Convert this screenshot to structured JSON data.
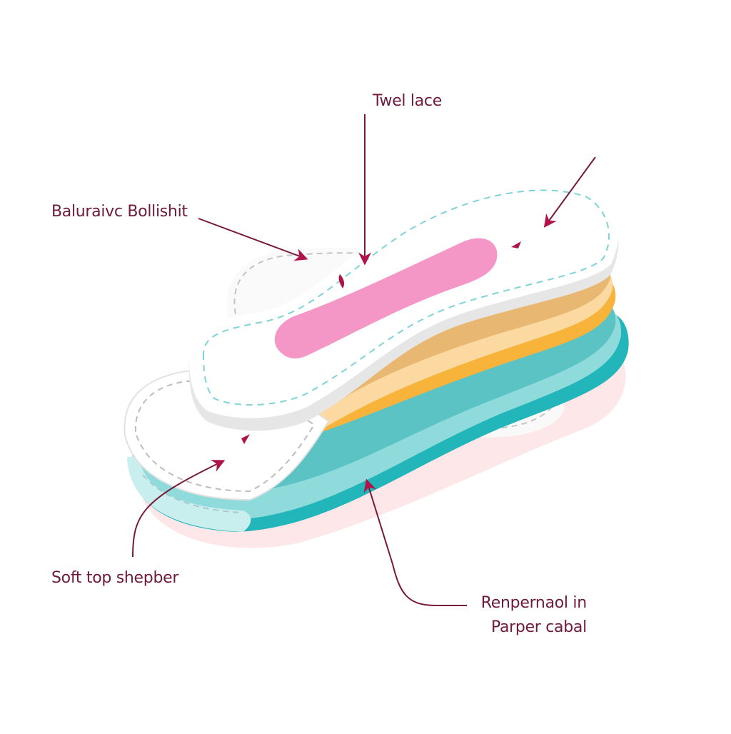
{
  "diagram": {
    "type": "exploded layer illustration",
    "subject": "layered absorbent pad",
    "labels": {
      "top": "Twel lace",
      "left": "Baluraivc Bollishit",
      "bottom_left": "Soft top shepber",
      "bottom_right_line1": "Renpernaol in",
      "bottom_right_line2": "Parper cabal"
    },
    "layers": [
      {
        "name": "top-sheet",
        "color": "#ffffff",
        "stitch_color": "#7fd3d6"
      },
      {
        "name": "absorbent-core-strip",
        "color": "#f597c6"
      },
      {
        "name": "edge-rim",
        "color": "#e6e6e6"
      },
      {
        "name": "amber-layer",
        "color": "#e8b772"
      },
      {
        "name": "cream-layer",
        "color": "#fbd9a0"
      },
      {
        "name": "orange-accent",
        "color": "#f7b33a"
      },
      {
        "name": "teal-layer",
        "color": "#5cc3c4"
      },
      {
        "name": "light-teal-layer",
        "color": "#8fdadb"
      },
      {
        "name": "deep-teal-base",
        "color": "#22b5b9"
      },
      {
        "name": "pink-shadow-backing",
        "color": "#fde7e8"
      },
      {
        "name": "wing",
        "color": "#f9f9f9",
        "stitch_color": "#bdbdbd"
      }
    ],
    "colors": {
      "arrow": "#b0134a",
      "arrow_line": "#7a1838",
      "label_text": "#6e1a3c",
      "background": "#ffffff"
    }
  }
}
